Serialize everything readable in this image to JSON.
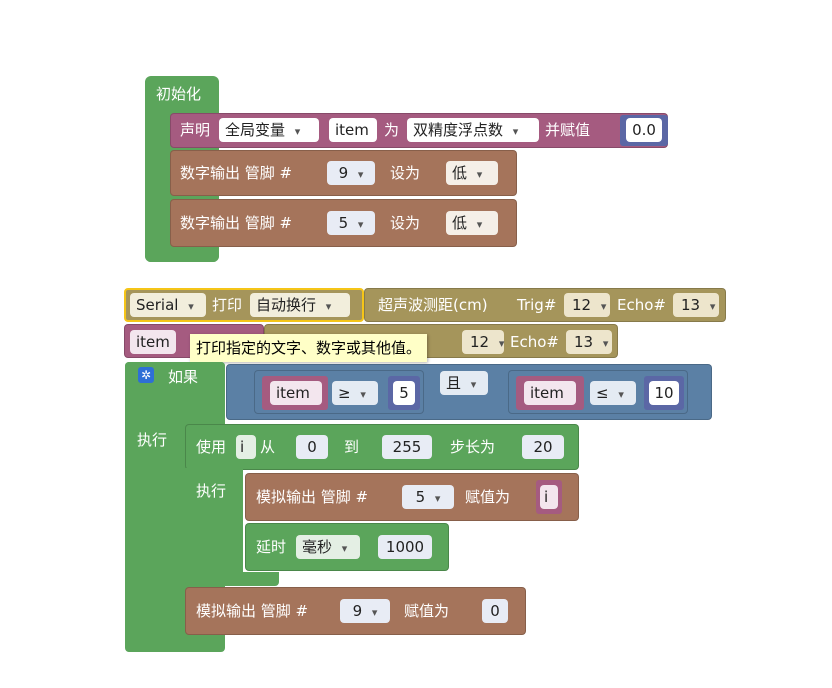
{
  "init_block": {
    "label": "初始化",
    "declare": {
      "label": "声明",
      "scope": "全局变量",
      "var_name": "item",
      "as_label": "为",
      "type": "双精度浮点数",
      "assign_label": "并赋值",
      "value": "0.0"
    },
    "digital_out_1": {
      "label": "数字输出 管脚 #",
      "pin": "9",
      "set_label": "设为",
      "level": "低"
    },
    "digital_out_2": {
      "label": "数字输出 管脚 #",
      "pin": "5",
      "set_label": "设为",
      "level": "低"
    }
  },
  "serial_block": {
    "port": "Serial",
    "print_label": "打印",
    "mode": "自动换行",
    "ultrasonic": {
      "label": "超声波测距(cm)",
      "trig_label": "Trig#",
      "trig_pin": "12",
      "echo_label": "Echo#",
      "echo_pin": "13"
    }
  },
  "assign_block": {
    "var_name": "item",
    "ultrasonic": {
      "trig_pin": "12",
      "echo_label": "Echo#",
      "echo_pin": "13"
    }
  },
  "tooltip": "打印指定的文字、数字或其他值。",
  "if_block": {
    "if_label": "如果",
    "cond_left": {
      "var": "item",
      "op": "≥",
      "value": "5"
    },
    "logic_op": "且",
    "cond_right": {
      "var": "item",
      "op": "≤",
      "value": "10"
    },
    "do_label": "执行",
    "for_loop": {
      "use_label": "使用",
      "var": "i",
      "from_label": "从",
      "from": "0",
      "to_label": "到",
      "to": "255",
      "step_label": "步长为",
      "step": "20",
      "do_label": "执行",
      "analog_out": {
        "label": "模拟输出 管脚 #",
        "pin": "5",
        "assign_label": "赋值为",
        "value_var": "i"
      },
      "delay": {
        "label": "延时",
        "unit": "毫秒",
        "value": "1000"
      }
    },
    "analog_out_after": {
      "label": "模拟输出 管脚 #",
      "pin": "9",
      "assign_label": "赋值为",
      "value": "0"
    }
  }
}
